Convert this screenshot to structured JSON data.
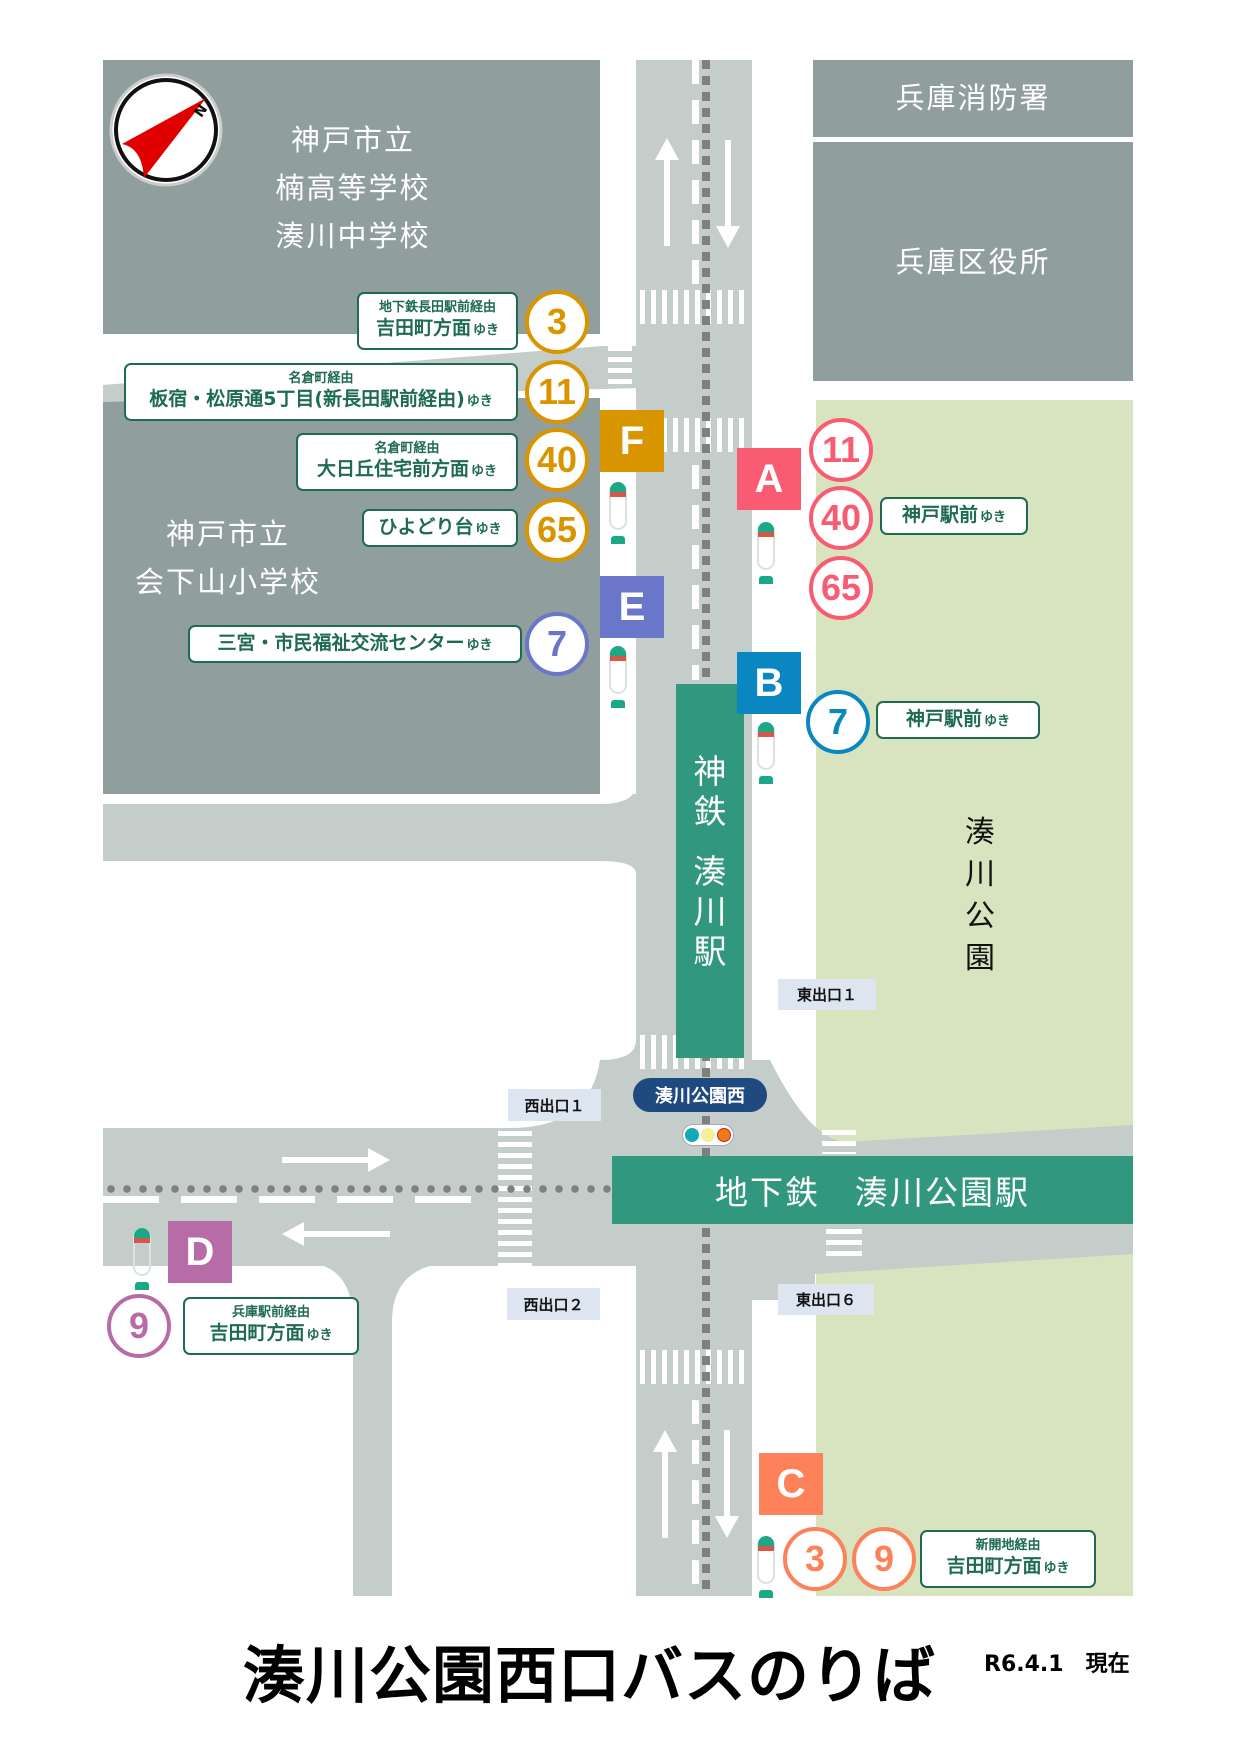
{
  "title": "湊川公園西口バスのりば",
  "date_note": "R6.4.1　現在",
  "compass": {
    "label": "N",
    "icon": "north-arrow-icon"
  },
  "colors": {
    "building": "#909f9e",
    "road": "#c5cdcb",
    "park": "#d8e3bf",
    "station_green": "#31977e",
    "dest_green": "#1e6b52",
    "stop_A": "#f95b72",
    "stop_B": "#0a87c0",
    "stop_C": "#fd8259",
    "stop_D": "#b76ca7",
    "stop_E": "#6a76c9",
    "stop_F": "#d99500",
    "landmark_navy": "#1f4a80"
  },
  "buildings": {
    "school_top": [
      "神戸市立",
      "楠高等学校",
      "湊川中学校"
    ],
    "school_mid": [
      "神戸市立",
      "会下山小学校"
    ],
    "fire_station": "兵庫消防署",
    "ward_office": "兵庫区役所",
    "park": [
      "湊",
      "川",
      "公",
      "園"
    ]
  },
  "stations": {
    "shintetsu": [
      "神",
      "鉄",
      "",
      "湊",
      "川",
      "駅"
    ],
    "subway": "地下鉄　湊川公園駅",
    "intersection": "湊川公園西"
  },
  "exits": {
    "west1": "西出口１",
    "west2": "西出口２",
    "east1": "東出口１",
    "east6": "東出口６"
  },
  "stops": {
    "A": {
      "letter": "A",
      "routes": [
        "11",
        "40",
        "65"
      ],
      "destinations": [
        {
          "via": "",
          "main": "神戸駅前",
          "yuki": "ゆき"
        }
      ]
    },
    "B": {
      "letter": "B",
      "routes": [
        "7"
      ],
      "destinations": [
        {
          "via": "",
          "main": "神戸駅前",
          "yuki": "ゆき"
        }
      ]
    },
    "C": {
      "letter": "C",
      "routes": [
        "3",
        "9"
      ],
      "destinations": [
        {
          "via": "新開地経由",
          "main": "吉田町方面",
          "yuki": "ゆき"
        }
      ]
    },
    "D": {
      "letter": "D",
      "routes": [
        "9"
      ],
      "destinations": [
        {
          "via": "兵庫駅前経由",
          "main": "吉田町方面",
          "yuki": "ゆき"
        }
      ]
    },
    "E": {
      "letter": "E",
      "routes": [
        "7"
      ],
      "destinations": [
        {
          "via": "",
          "main": "三宮・市民福祉交流センター",
          "yuki": "ゆき"
        }
      ]
    },
    "F": {
      "letter": "F",
      "routes": [
        "3",
        "11",
        "40",
        "65"
      ],
      "destinations": [
        {
          "route": "3",
          "via": "地下鉄長田駅前経由",
          "main": "吉田町方面",
          "yuki": "ゆき"
        },
        {
          "route": "11",
          "via": "名倉町経由",
          "main": "板宿・松原通5丁目(新長田駅前経由)",
          "yuki": "ゆき"
        },
        {
          "route": "40",
          "via": "名倉町経由",
          "main": "大日丘住宅前方面",
          "yuki": "ゆき"
        },
        {
          "route": "65",
          "via": "",
          "main": "ひよどり台",
          "yuki": "ゆき"
        }
      ]
    }
  }
}
